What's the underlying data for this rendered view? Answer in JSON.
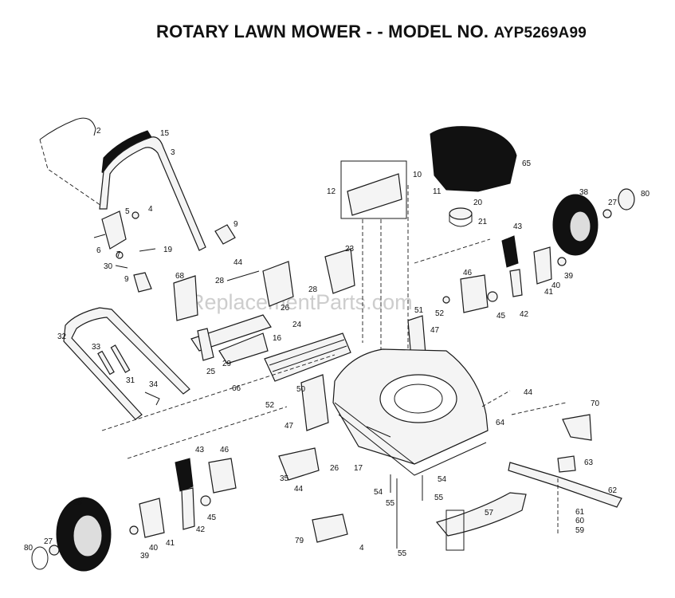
{
  "header": {
    "title": "ROTARY LAWN MOWER - - MODEL NO.",
    "model": "AYP5269A99"
  },
  "watermark": "eReplacementParts.com",
  "callouts": [
    "2",
    "15",
    "3",
    "4",
    "5",
    "9",
    "6",
    "7",
    "19",
    "30",
    "9",
    "68",
    "28",
    "44",
    "26",
    "23",
    "28",
    "12",
    "10",
    "11",
    "65",
    "20",
    "21",
    "38",
    "27",
    "80",
    "43",
    "46",
    "51",
    "52",
    "45",
    "42",
    "41",
    "40",
    "39",
    "32",
    "33",
    "31",
    "34",
    "25",
    "29",
    "16",
    "24",
    "66",
    "50",
    "52",
    "47",
    "47",
    "44",
    "64",
    "70",
    "63",
    "62",
    "35",
    "26",
    "17",
    "54",
    "55",
    "54",
    "55",
    "44",
    "43",
    "46",
    "45",
    "42",
    "41",
    "40",
    "39",
    "38",
    "27",
    "80",
    "79",
    "4",
    "55",
    "57",
    "61",
    "60",
    "59"
  ]
}
